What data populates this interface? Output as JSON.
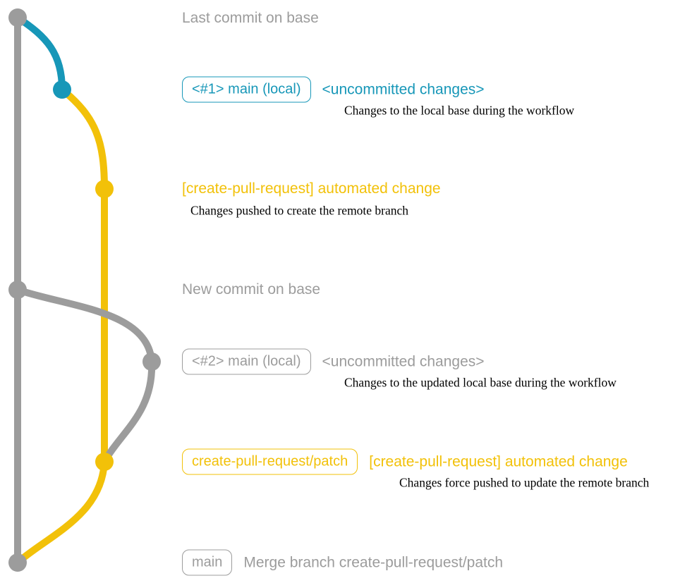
{
  "colors": {
    "gray": "#9c9c9c",
    "teal": "#1797b8",
    "yellow": "#f2c109",
    "text_dark": "#000000"
  },
  "graph": {
    "labels": {
      "last_commit_on_base": "Last commit on base",
      "new_commit_on_base": "New commit on base"
    },
    "rows": {
      "r1": {
        "badge": "<#1> main (local)",
        "title": "<uncommitted changes>",
        "subtitle": "Changes to the local base during the workflow"
      },
      "r2": {
        "title": "[create-pull-request] automated change",
        "subtitle": "Changes pushed to create the remote branch"
      },
      "r3": {
        "badge": "<#2> main (local)",
        "title": "<uncommitted changes>",
        "subtitle": "Changes to the updated local base during the workflow"
      },
      "r4": {
        "badge": "create-pull-request/patch",
        "title": "[create-pull-request] automated change",
        "subtitle": "Changes force pushed to update the remote branch"
      },
      "r5": {
        "badge": "main",
        "title": "Merge branch create-pull-request/patch"
      }
    }
  }
}
